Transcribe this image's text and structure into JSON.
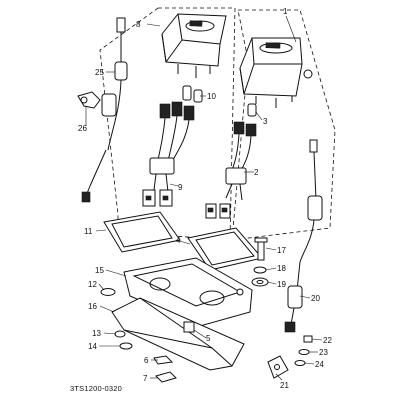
{
  "diagram": {
    "drawing_code": "3TS1200-0320",
    "callouts": [
      {
        "key": "p1",
        "label": "1"
      },
      {
        "key": "p2",
        "label": "2"
      },
      {
        "key": "p3",
        "label": "3"
      },
      {
        "key": "p4",
        "label": "4"
      },
      {
        "key": "p5",
        "label": "5"
      },
      {
        "key": "p6",
        "label": "6"
      },
      {
        "key": "p7",
        "label": "7"
      },
      {
        "key": "p8",
        "label": "8"
      },
      {
        "key": "p9",
        "label": "9"
      },
      {
        "key": "p10",
        "label": "10"
      },
      {
        "key": "p11",
        "label": "11"
      },
      {
        "key": "p12",
        "label": "12"
      },
      {
        "key": "p13",
        "label": "13"
      },
      {
        "key": "p14",
        "label": "14"
      },
      {
        "key": "p15",
        "label": "15"
      },
      {
        "key": "p16",
        "label": "16"
      },
      {
        "key": "p17",
        "label": "17"
      },
      {
        "key": "p18",
        "label": "18"
      },
      {
        "key": "p19",
        "label": "19"
      },
      {
        "key": "p20",
        "label": "20"
      },
      {
        "key": "p21",
        "label": "21"
      },
      {
        "key": "p22",
        "label": "22"
      },
      {
        "key": "p23",
        "label": "23"
      },
      {
        "key": "p24",
        "label": "24"
      },
      {
        "key": "p25",
        "label": "25"
      },
      {
        "key": "p26",
        "label": "26"
      }
    ]
  }
}
